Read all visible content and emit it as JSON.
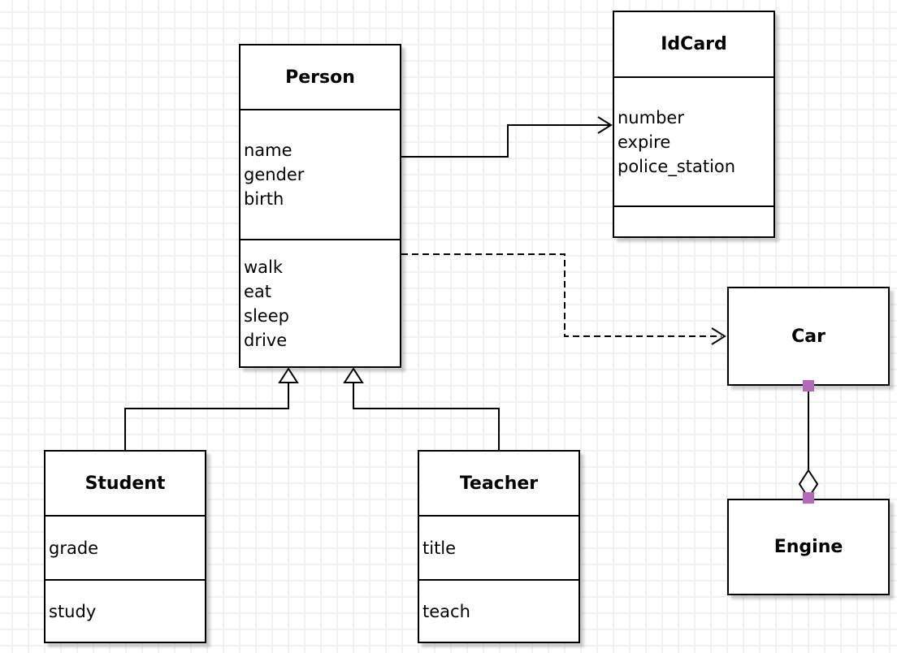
{
  "diagram": {
    "classes": {
      "person": {
        "title": "Person",
        "attributes": [
          "name",
          "gender",
          "birth"
        ],
        "methods": [
          "walk",
          "eat",
          "sleep",
          "drive"
        ]
      },
      "idcard": {
        "title": "IdCard",
        "attributes": [
          "number",
          "expire",
          "police_station"
        ],
        "methods": []
      },
      "car": {
        "title": "Car"
      },
      "engine": {
        "title": "Engine"
      },
      "student": {
        "title": "Student",
        "attributes": [
          "grade"
        ],
        "methods": [
          "study"
        ]
      },
      "teacher": {
        "title": "Teacher",
        "attributes": [
          "title"
        ],
        "methods": [
          "teach"
        ]
      }
    },
    "relations": [
      {
        "from": "Person",
        "to": "IdCard",
        "type": "association",
        "line": "solid",
        "marker": "open-arrow"
      },
      {
        "from": "Person",
        "to": "Car",
        "type": "dependency",
        "line": "dashed",
        "marker": "open-arrow"
      },
      {
        "from": "Student",
        "to": "Person",
        "type": "generalization",
        "line": "solid",
        "marker": "hollow-triangle"
      },
      {
        "from": "Teacher",
        "to": "Person",
        "type": "generalization",
        "line": "solid",
        "marker": "hollow-triangle"
      },
      {
        "from": "Car",
        "to": "Engine",
        "type": "aggregation",
        "line": "solid",
        "marker": "hollow-diamond"
      }
    ],
    "colors": {
      "box_border": "#000000",
      "box_fill": "#ffffff",
      "endpoint_handle": "#b567b8",
      "grid_line": "#f2f2f2",
      "canvas_bg": "#ffffff"
    }
  }
}
